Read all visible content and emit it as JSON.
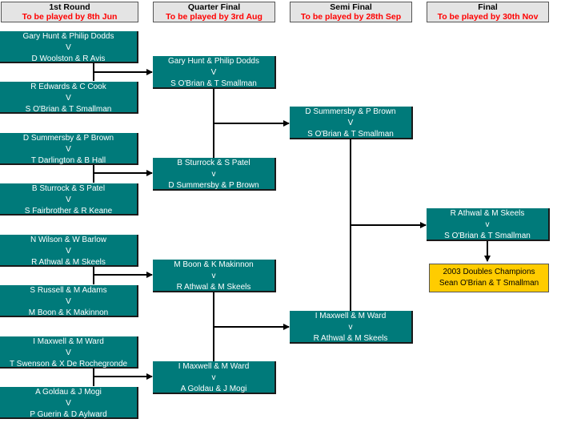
{
  "rounds": [
    {
      "title": "1st Round",
      "deadline": "To be played by 8th Jun"
    },
    {
      "title": "Quarter Final",
      "deadline": "To be played by 3rd Aug"
    },
    {
      "title": "Semi Final",
      "deadline": "To be played by 28th Sep"
    },
    {
      "title": "Final",
      "deadline": "To be played by 30th Nov"
    }
  ],
  "first_round": [
    {
      "a": "Gary Hunt & Philip Dodds",
      "v": "V",
      "b": "D Woolston & R Avis"
    },
    {
      "a": "R Edwards & C Cook",
      "v": "V",
      "b": "S O'Brian & T Smallman"
    },
    {
      "a": "D Summersby & P Brown",
      "v": "V",
      "b": "T Darlington & B Hall"
    },
    {
      "a": "B Sturrock & S Patel",
      "v": "V",
      "b": "S Fairbrother & R Keane"
    },
    {
      "a": "N Wilson & W Barlow",
      "v": "V",
      "b": "R Athwal & M Skeels"
    },
    {
      "a": "S Russell & M Adams",
      "v": "V",
      "b": "M Boon & K Makinnon"
    },
    {
      "a": "I Maxwell & M Ward",
      "v": "V",
      "b": "T Swenson & X De Rochegronde"
    },
    {
      "a": "A Goldau & J Mogi",
      "v": "V",
      "b": "P Guerin & D Aylward"
    }
  ],
  "quarter_final": [
    {
      "a": "Gary Hunt & Philip Dodds",
      "v": "V",
      "b": "S O'Brian & T Smallman"
    },
    {
      "a": "B Sturrock & S Patel",
      "v": "v",
      "b": "D Summersby & P Brown"
    },
    {
      "a": "M Boon & K Makinnon",
      "v": "v",
      "b": "R Athwal & M Skeels"
    },
    {
      "a": "I Maxwell & M Ward",
      "v": "v",
      "b": "A Goldau & J Mogi"
    }
  ],
  "semi_final": [
    {
      "a": "D Summersby & P Brown",
      "v": "V",
      "b": "S O'Brian & T Smallman"
    },
    {
      "a": "I Maxwell & M Ward",
      "v": "v",
      "b": "R Athwal & M Skeels"
    }
  ],
  "final": {
    "a": "R Athwal & M Skeels",
    "v": "v",
    "b": "S O'Brian & T Smallman"
  },
  "champions": {
    "title": "2003 Doubles Champions",
    "names": "Sean O'Brian & T Smallman"
  }
}
